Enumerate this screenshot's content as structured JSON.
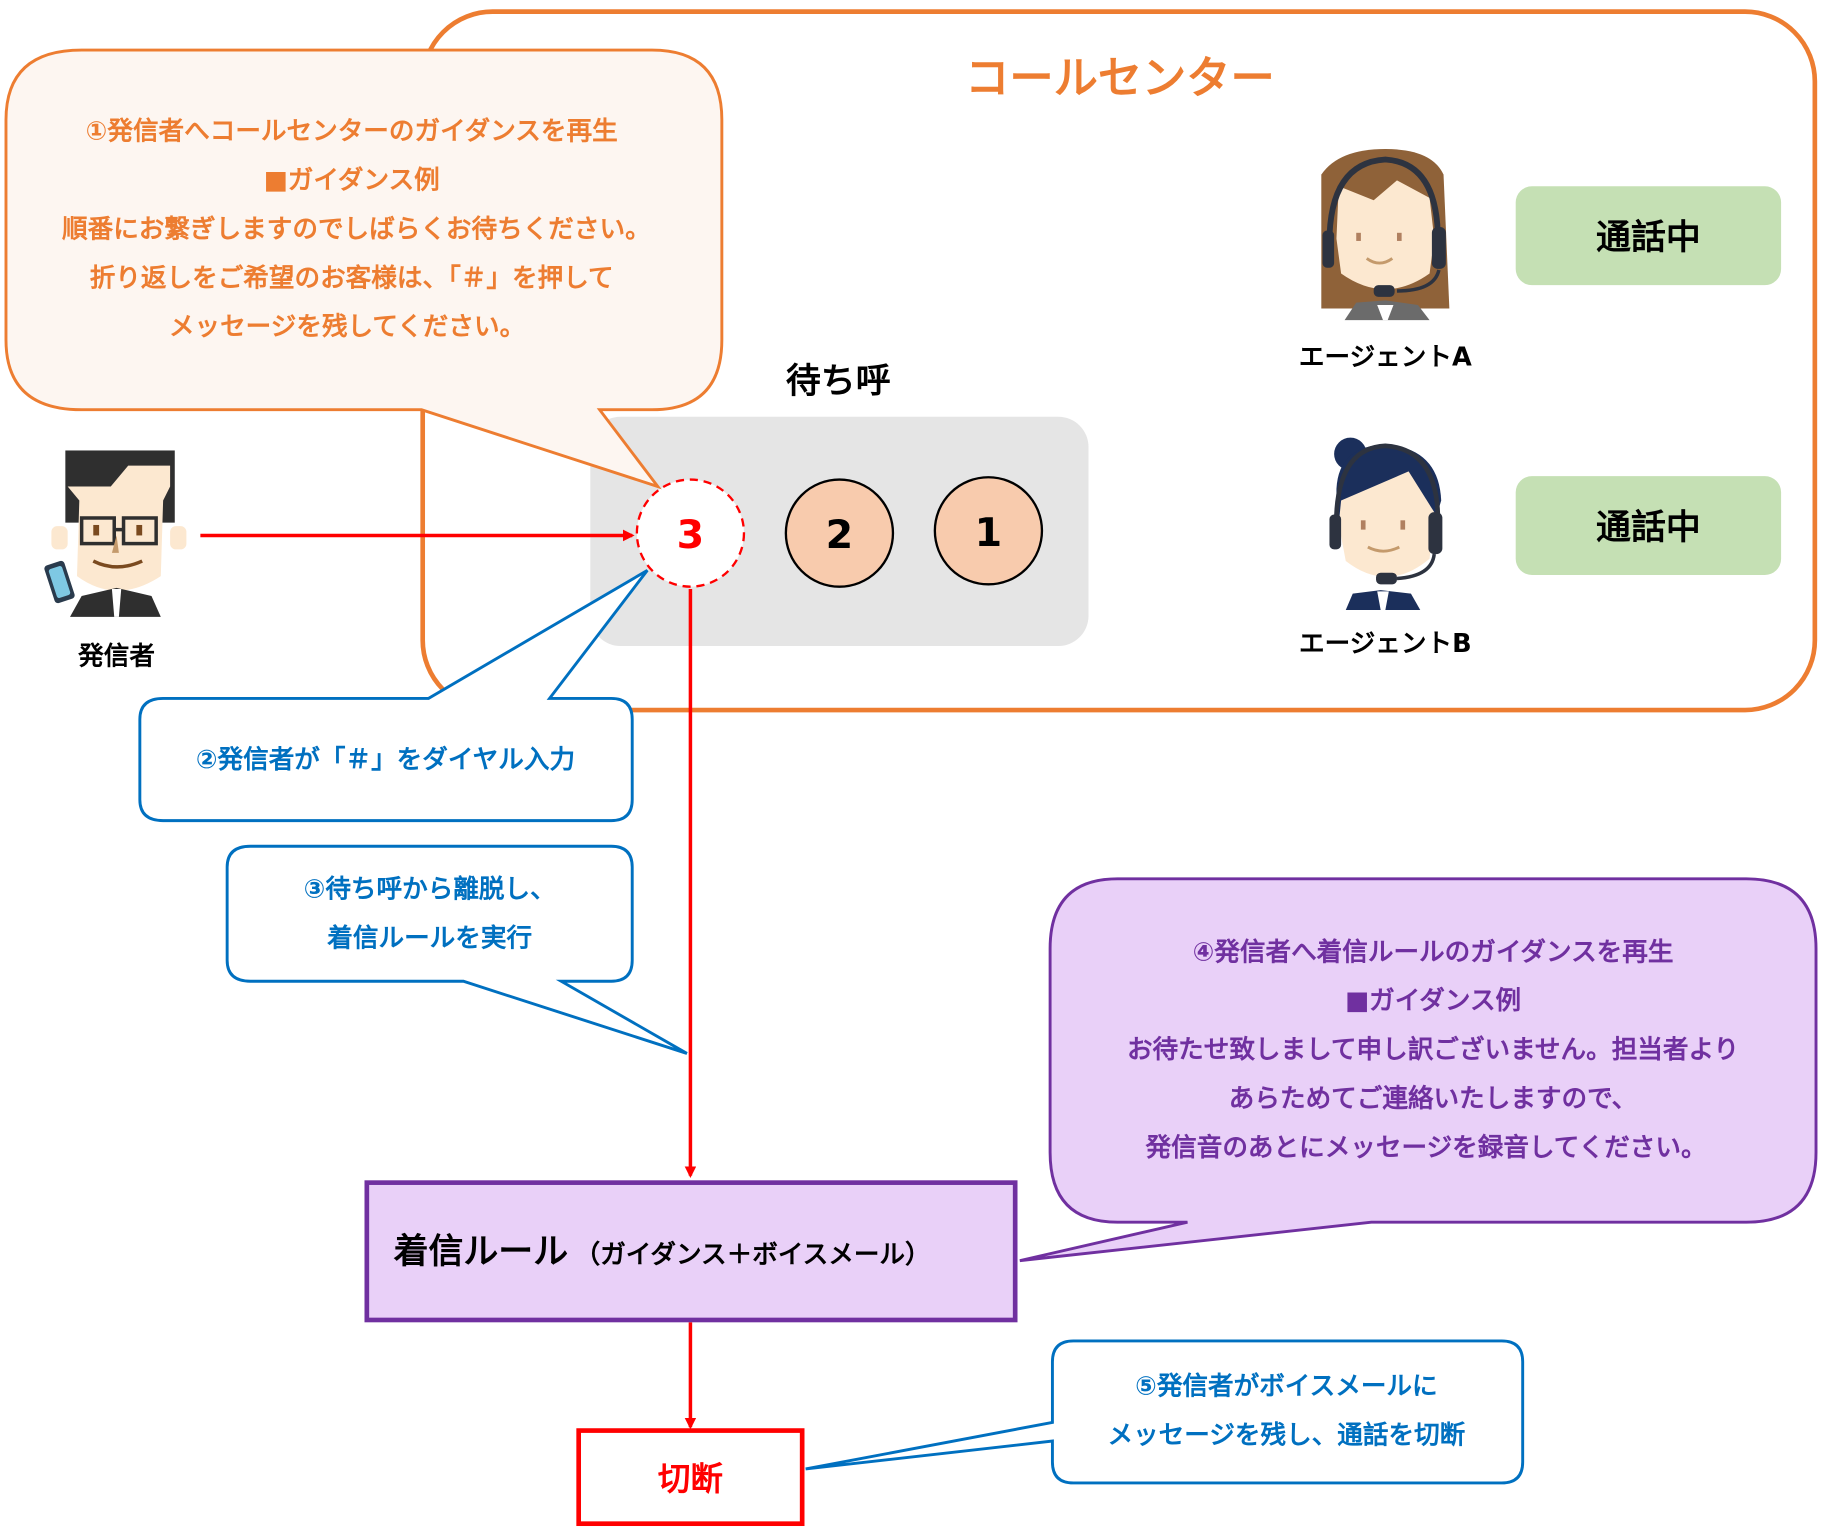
{
  "call_center": {
    "title": "コールセンター",
    "queue_label": "待ち呼",
    "queue": [
      {
        "number": "3",
        "state": "leaving"
      },
      {
        "number": "2",
        "state": "waiting"
      },
      {
        "number": "1",
        "state": "waiting"
      }
    ],
    "agents": [
      {
        "name": "エージェントA",
        "status": "通話中"
      },
      {
        "name": "エージェントB",
        "status": "通話中"
      }
    ]
  },
  "caller": {
    "label": "発信者"
  },
  "callouts": {
    "step1": {
      "lines": [
        "①発信者へコールセンターのガイダンスを再生",
        "■ガイダンス例",
        "順番にお繋ぎしますのでしばらくお待ちください。",
        "折り返しをご希望のお客様は、「＃」を押して",
        "メッセージを残してください。"
      ]
    },
    "step2": {
      "lines": [
        "②発信者が「＃」をダイヤル入力"
      ]
    },
    "step3": {
      "lines": [
        "③待ち呼から離脱し、",
        "着信ルールを実行"
      ]
    },
    "step4": {
      "lines": [
        "④発信者へ着信ルールのガイダンスを再生",
        "■ガイダンス例",
        "お待たせ致しまして申し訳ございません。担当者より",
        "あらためてご連絡いたしますので、",
        "発信音のあとにメッセージを録音してください。"
      ]
    },
    "step5": {
      "lines": [
        "⑤発信者がボイスメールに",
        "メッセージを残し、通話を切断"
      ]
    }
  },
  "incoming_rule": {
    "title": "着信ルール",
    "subtitle": "（ガイダンス＋ボイスメール）"
  },
  "disconnect": {
    "label": "切断"
  },
  "colors": {
    "orange": "#ED7D31",
    "orange_fill": "#FDF6F1",
    "blue": "#0070C0",
    "purple": "#7030A0",
    "purple_fill": "#E9D0F8",
    "red": "#FF0000",
    "status_green": "#C5E0B4",
    "queue_gray": "#E5E5E5",
    "queue_circle": "#F8CBAD"
  }
}
